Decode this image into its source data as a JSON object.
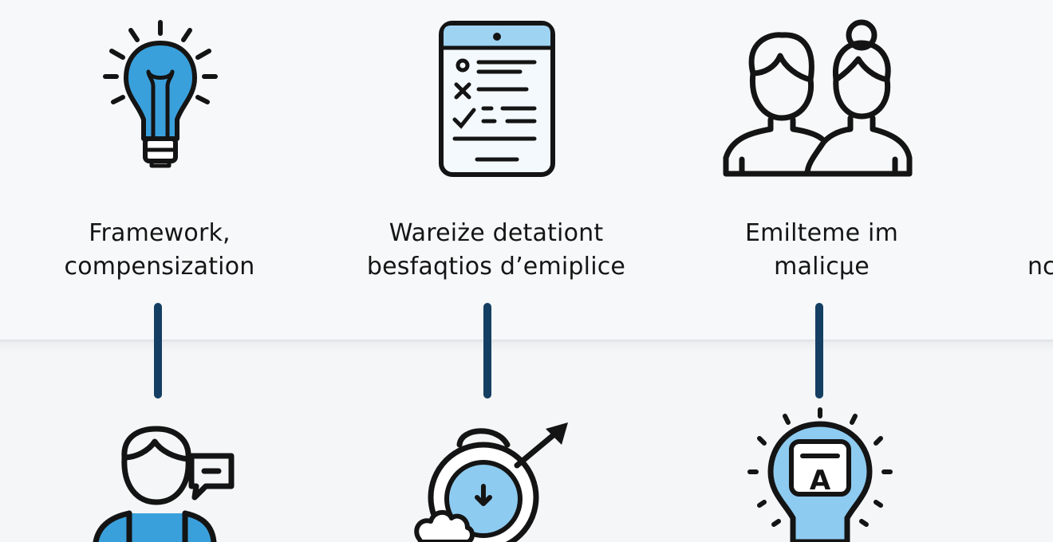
{
  "nodes": [
    {
      "icon": "lightbulb-icon",
      "line1": "Framework,",
      "line2": "compensization"
    },
    {
      "icon": "tablet-checklist-icon",
      "line1": "Wareiże detationt",
      "line2": "besfaqtios d’emiplice"
    },
    {
      "icon": "two-people-icon",
      "line1": "Emilteme im",
      "line2": "malicµe"
    }
  ],
  "edge_label": "nc",
  "bottom_icons": [
    "person-speech-bubble-icon",
    "download-target-arrow-icon",
    "lightbulb-letter-icon"
  ],
  "bottom_icon_letter": "A",
  "colors": {
    "accent_blue": "#3aa0dc",
    "light_blue": "#bfe1f5",
    "connector": "#143f63",
    "stroke": "#141414"
  }
}
